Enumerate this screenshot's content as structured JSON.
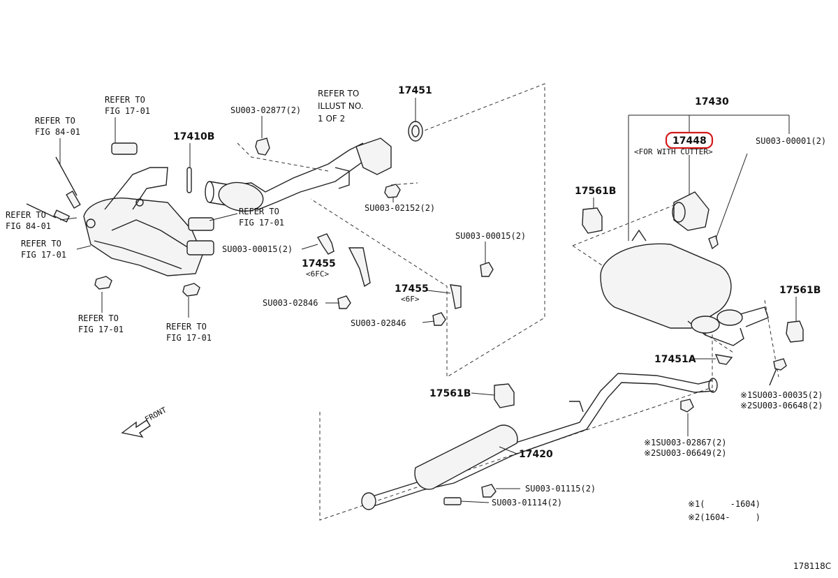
{
  "labels": {
    "refer_fig_84_top": [
      "REFER TO",
      "FIG 84-01"
    ],
    "refer_fig_17_top": [
      "REFER TO",
      "FIG 17-01"
    ],
    "refer_fig_84_left": [
      "REFER TO",
      "FIG 84-01"
    ],
    "refer_fig_17_left": [
      "REFER TO",
      "FIG 17-01"
    ],
    "refer_fig_17_mid": [
      "REFER TO",
      "FIG 17-01"
    ],
    "refer_fig_17_bottom_left": [
      "REFER TO",
      "FIG 17-01"
    ],
    "refer_fig_17_bottom_right": [
      "REFER TO",
      "FIG 17-01"
    ],
    "refer_illust": [
      "REFER TO",
      "ILLUST NO.",
      "1 OF 2"
    ]
  },
  "parts": {
    "p17410b": "17410B",
    "p17451": "17451",
    "p17455_a": "17455",
    "p17455_a_sub": "<6FC>",
    "p17455_b": "17455",
    "p17455_b_sub": "<6F>",
    "p17430": "17430",
    "p17448": "17448",
    "p17448_sub": "<FOR WITH CUTTER>",
    "p17561b_top": "17561B",
    "p17561b_right": "17561B",
    "p17561b_mid": "17561B",
    "p17451a": "17451A",
    "p17420": "17420"
  },
  "codes": {
    "c02877": "SU003-02877(2)",
    "c02152": "SU003-02152(2)",
    "c00015_left": "SU003-00015(2)",
    "c00015_right": "SU003-00015(2)",
    "c02846_left": "SU003-02846",
    "c02846_right": "SU003-02846",
    "c00001": "SU003-00001(2)",
    "c00035": "※1SU003-00035(2)",
    "c06648": "※2SU003-06648(2)",
    "c02867": "※1SU003-02867(2)",
    "c06649": "※2SU003-06649(2)",
    "c01115": "SU003-01115(2)",
    "c01114": "SU003-01114(2)"
  },
  "notes": {
    "note1": "※1(     -1604)",
    "note2": "※2(1604-     )",
    "front": "FRONT",
    "figure_id": "178118C"
  },
  "highlight_color": "#d21a1a"
}
